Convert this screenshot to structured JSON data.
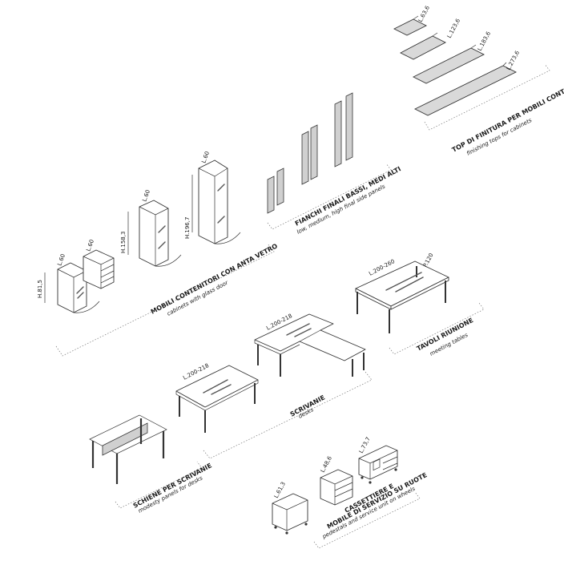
{
  "groups": {
    "tops": {
      "caption": "TOP DI FINITURA PER MOBILI CONTENITORI",
      "subcaption": "finishing tops for cabinets",
      "sizes": [
        "L.63,6",
        "L.123,6",
        "L.183,6",
        "L.273,6"
      ]
    },
    "panels": {
      "caption": "FIANCHI FINALI BASSI, MEDI ALTI",
      "subcaption": "low, medium, high final side panels"
    },
    "cabinets": {
      "caption": "MOBILI CONTENITORI CON ANTA VETRO",
      "subcaption": "cabinets with glass door",
      "dims": [
        "L.60",
        "L.60",
        "L.60",
        "L.60",
        "H.81,5",
        "H.158,3",
        "H.196,7"
      ]
    },
    "meeting": {
      "caption": "TAVOLI RIUNIONE",
      "subcaption": "meeting tables",
      "dims": [
        "L.200-260",
        "P.120"
      ]
    },
    "desks": {
      "caption": "SCRIVANIE",
      "subcaption": "desks",
      "dims": [
        "L.200-218",
        "L.200-218"
      ]
    },
    "modesty": {
      "caption": "SCHIENE PER SCRIVANIE",
      "subcaption": "modesty panels for desks"
    },
    "pedestals": {
      "caption1": "CASSETTIERE E",
      "caption2": "MOBILE DI SERVIZIO SU RUOTE",
      "subcaption": "pedestals and service unit on wheels",
      "dims": [
        "L.61,3",
        "L.48,6",
        "L.73,7"
      ]
    }
  }
}
